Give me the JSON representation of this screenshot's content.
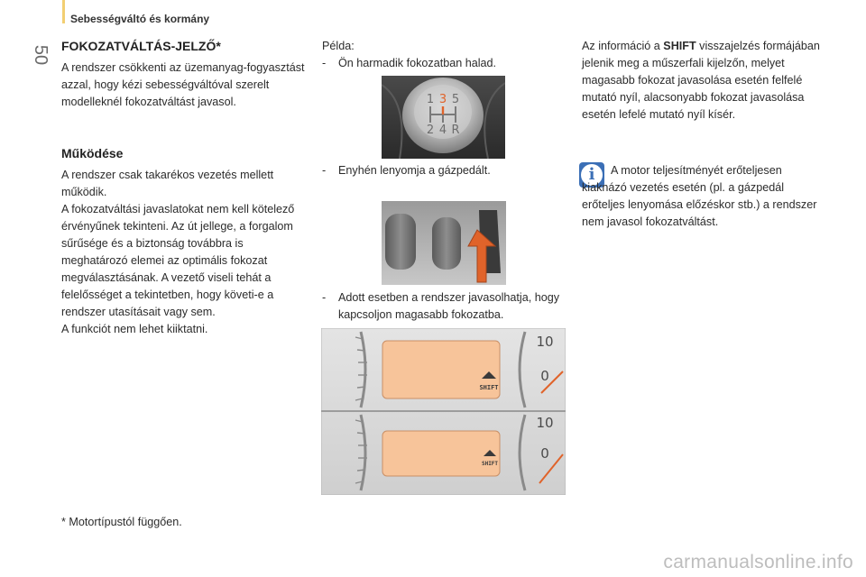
{
  "header": {
    "section_title": "Sebességváltó és kormány",
    "page_number": "50"
  },
  "left_column": {
    "title": "FOKOZATVÁLTÁS-JELZŐ*",
    "intro": "A rendszer csökkenti az üzemanyag-fogyasztást azzal, hogy kézi sebességváltóval szerelt modelleknél fokozatváltást javasol.",
    "subtitle": "Működése",
    "body_lines": [
      "A rendszer csak takarékos vezetés mellett működik.",
      "A fokozatváltási javaslatokat nem kell kötelező érvényűnek tekinteni. Az út jellege, a forgalom sűrűsége és a biztonság továbbra is meghatározó elemei az optimális fokozat megválasztásának. A vezető viseli tehát a felelősséget a tekintetben, hogy követi-e a rendszer utasításait vagy sem.",
      "A funkciót nem lehet kiiktatni."
    ],
    "footnote": "* Motortípustól függően."
  },
  "middle_column": {
    "example_label": "Példa:",
    "steps": [
      {
        "dash": "-",
        "text": "Ön harmadik fokozatban halad."
      },
      {
        "dash": "-",
        "text": "Enyhén lenyomja a gázpedált."
      },
      {
        "dash": "-",
        "text": "Adott esetben a rendszer javasolhatja, hogy kapcsoljon magasabb fokozatba."
      }
    ],
    "gear_knob": {
      "top_digits": [
        "1",
        "3",
        "5"
      ],
      "bottom_digits": [
        "2",
        "4",
        "R"
      ],
      "highlight_color": "#e0632a"
    },
    "pedals": {
      "arrow_color": "#e0632a"
    },
    "clusters": [
      {
        "shift_label": "SHIFT",
        "arrow": "up",
        "scale_top": "10",
        "scale_bottom": "0"
      },
      {
        "shift_label": "SHIFT",
        "arrow": "up",
        "scale_top": "10",
        "scale_bottom": "0"
      }
    ]
  },
  "right_column": {
    "info_prefix": "Az információ a ",
    "info_bold": "SHIFT",
    "info_suffix": " visszajelzés formájában jelenik meg a műszerfali kijelzőn, melyet magasabb fokozat javasolása esetén felfelé mutató nyíl, alacsonyabb fokozat javasolása esetén lefelé mutató nyíl kísér.",
    "note": "A motor teljesítményét erőteljesen kiaknázó vezetés esetén (pl. a gázpedál erőteljes lenyomása előzéskor stb.) a rendszer nem javasol fokozatváltást."
  },
  "footer": {
    "watermark": "carmanualsonline.info"
  },
  "colors": {
    "accent_yellow": "#f2cf72",
    "info_blue": "#3b6fb6",
    "shift_display": "#f7c49a",
    "orange_arrow": "#e0632a"
  }
}
